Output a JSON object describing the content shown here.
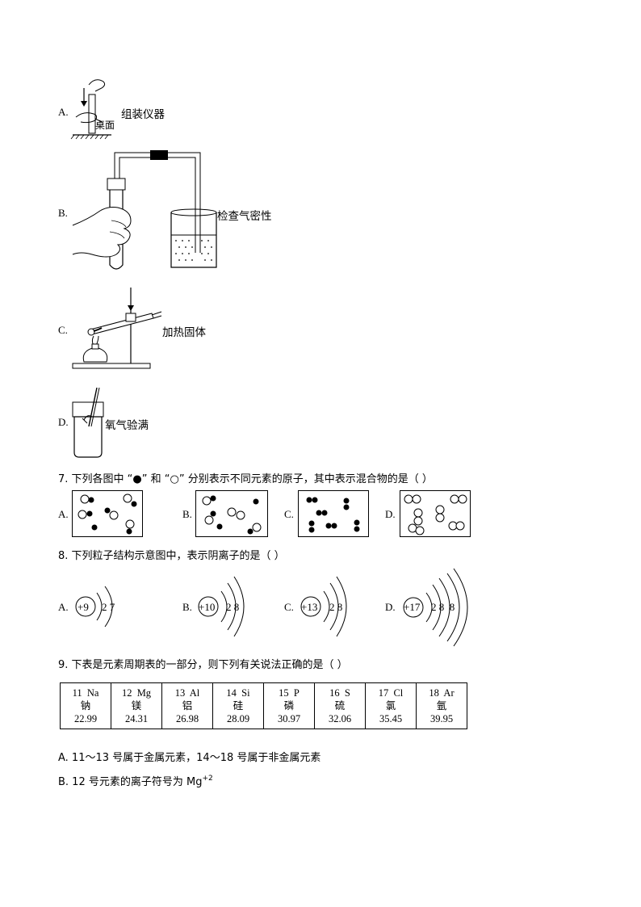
{
  "q6_options": [
    {
      "letter": "A.",
      "caption": "组装仪器",
      "label": "桌面"
    },
    {
      "letter": "B.",
      "caption": "检查气密性"
    },
    {
      "letter": "C.",
      "caption": "加热固体"
    },
    {
      "letter": "D.",
      "caption": "氧气验满"
    }
  ],
  "q7": {
    "text": "7. 下列各图中 “●” 和 “○” 分别表示不同元素的原子，其中表示混合物的是（        ）",
    "options": [
      "A.",
      "B.",
      "C.",
      "D."
    ]
  },
  "q8": {
    "text": "8. 下列粒子结构示意图中，表示阴离子的是（        ）",
    "options": [
      {
        "letter": "A.",
        "nucleus": "+9",
        "shells": "2 7"
      },
      {
        "letter": "B.",
        "nucleus": "+10",
        "shells": "2 8"
      },
      {
        "letter": "C.",
        "nucleus": "+13",
        "shells": "2 8"
      },
      {
        "letter": "D.",
        "nucleus": "+17",
        "shells": "2 8  8"
      }
    ]
  },
  "q9": {
    "text": "9. 下表是元素周期表的一部分，则下列有关说法正确的是（        ）",
    "elements": [
      {
        "head": "11  Na",
        "name": "钠",
        "mass": "22.99"
      },
      {
        "head": "12  Mg",
        "name": "镁",
        "mass": "24.31"
      },
      {
        "head": "13  Al",
        "name": "铝",
        "mass": "26.98"
      },
      {
        "head": "14  Si",
        "name": "硅",
        "mass": "28.09"
      },
      {
        "head": "15  P",
        "name": "磷",
        "mass": "30.97"
      },
      {
        "head": "16  S",
        "name": "硫",
        "mass": "32.06"
      },
      {
        "head": "17  Cl",
        "name": "氯",
        "mass": "35.45"
      },
      {
        "head": "18  Ar",
        "name": "氩",
        "mass": "39.95"
      }
    ],
    "optionA": "A. 11～13 号属于金属元素，14～18 号属于非金属元素",
    "optionB_text": "B. 12 号元素的离子符号为 Mg",
    "optionB_sup": "+2"
  }
}
